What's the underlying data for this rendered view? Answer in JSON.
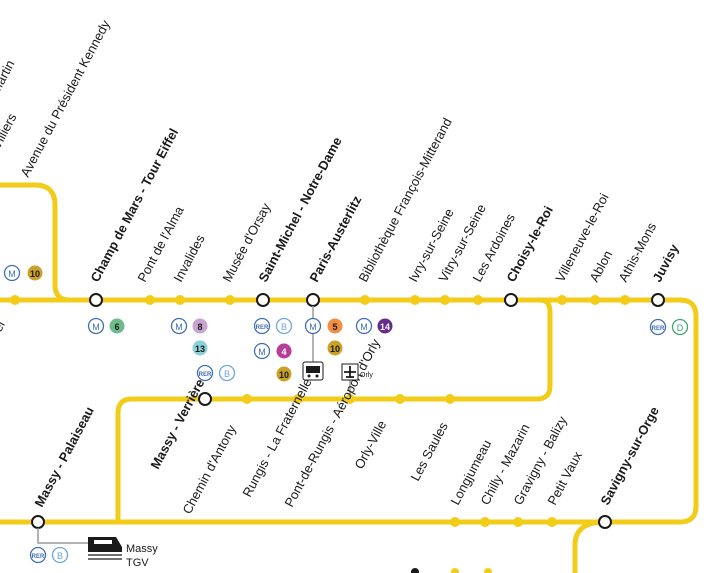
{
  "line_color": "#f2cc18",
  "stations": [
    {
      "id": "s_martin",
      "name": "Martin",
      "bold": false
    },
    {
      "id": "s_villiers",
      "name": "Villiers",
      "bold": false
    },
    {
      "id": "s_avenue",
      "name": "Avenue du Président Kennedy",
      "bold": false
    },
    {
      "id": "s_champ",
      "name": "Champ de Mars - Tour Eiffel",
      "bold": true
    },
    {
      "id": "s_alma",
      "name": "Pont de l'Alma",
      "bold": false
    },
    {
      "id": "s_invalides",
      "name": "Invalides",
      "bold": false
    },
    {
      "id": "s_orsay",
      "name": "Musée d'Orsay",
      "bold": false
    },
    {
      "id": "s_stmichel",
      "name": "Saint-Michel - Notre-Dame",
      "bold": true
    },
    {
      "id": "s_austerlitz",
      "name": "Paris-Austerlitz",
      "bold": true
    },
    {
      "id": "s_bnf",
      "name": "Bibliothèque François-Mitterand",
      "bold": false
    },
    {
      "id": "s_ivry",
      "name": "Ivry-sur-Seine",
      "bold": false
    },
    {
      "id": "s_vitry",
      "name": "Vitry-sur-Seine",
      "bold": false
    },
    {
      "id": "s_ardoines",
      "name": "Les Ardoines",
      "bold": false
    },
    {
      "id": "s_choisy",
      "name": "Choisy-le-Roi",
      "bold": true
    },
    {
      "id": "s_villeneuve",
      "name": "Villeneuve-le-Roi",
      "bold": false
    },
    {
      "id": "s_ablon",
      "name": "Ablon",
      "bold": false
    },
    {
      "id": "s_athis",
      "name": "Athis-Mons",
      "bold": false
    },
    {
      "id": "s_juvisy",
      "name": "Juvisy",
      "bold": true
    },
    {
      "id": "s_verrieres",
      "name": "Massy - Verrières",
      "bold": true
    },
    {
      "id": "s_chemin",
      "name": "Chemin d'Antony",
      "bold": false
    },
    {
      "id": "s_rungis",
      "name": "Rungis - La Fraternelle",
      "bold": false
    },
    {
      "id": "s_orly",
      "name": "Pont-de-Rungis - Aéroport d'Orly",
      "bold": false
    },
    {
      "id": "s_orlyville",
      "name": "Orly-Ville",
      "bold": false
    },
    {
      "id": "s_saules",
      "name": "Les Saules",
      "bold": false
    },
    {
      "id": "s_palaiseau",
      "name": "Massy - Palaiseau",
      "bold": true
    },
    {
      "id": "s_longjumeau",
      "name": "Longjumeau",
      "bold": false
    },
    {
      "id": "s_chilly",
      "name": "Chilly - Mazarin",
      "bold": false
    },
    {
      "id": "s_gravigny",
      "name": "Gravigny - Balizy",
      "bold": false
    },
    {
      "id": "s_petitvaux",
      "name": "Petit Vaux",
      "bold": false
    },
    {
      "id": "s_savigny",
      "name": "Savigny-sur-Orge",
      "bold": true
    },
    {
      "id": "s_cut_left",
      "name": "avel",
      "bold": false
    }
  ],
  "connections": [
    {
      "id": "c_m_left",
      "kind": "metro",
      "letter": "M",
      "num": "",
      "color": "#3f6fb3"
    },
    {
      "id": "c_10_left",
      "kind": "metro",
      "letter": "",
      "num": "10",
      "color": "#c9a227"
    },
    {
      "id": "c_champ_m",
      "kind": "metro",
      "letter": "M",
      "num": "",
      "color": "#3f6fb3"
    },
    {
      "id": "c_champ_6",
      "kind": "metro",
      "letter": "",
      "num": "6",
      "color": "#6dbb8a"
    },
    {
      "id": "c_inv_m",
      "kind": "metro",
      "letter": "M",
      "num": "",
      "color": "#3f6fb3"
    },
    {
      "id": "c_inv_8",
      "kind": "metro",
      "letter": "",
      "num": "8",
      "color": "#c6a4cf"
    },
    {
      "id": "c_inv_13",
      "kind": "metro",
      "letter": "",
      "num": "13",
      "color": "#8dd0d8"
    },
    {
      "id": "c_sm_rer",
      "kind": "rer",
      "letter": "RER",
      "num": "",
      "color": "#3f6fb3"
    },
    {
      "id": "c_sm_b",
      "kind": "rer",
      "letter": "B",
      "num": "",
      "color": "#6fa6d8"
    },
    {
      "id": "c_sm_m",
      "kind": "metro",
      "letter": "M",
      "num": "",
      "color": "#3f6fb3"
    },
    {
      "id": "c_sm_4",
      "kind": "metro",
      "letter": "",
      "num": "4",
      "color": "#b63e98"
    },
    {
      "id": "c_sm_10",
      "kind": "metro",
      "letter": "",
      "num": "10",
      "color": "#c9a227"
    },
    {
      "id": "c_pa_m",
      "kind": "metro",
      "letter": "M",
      "num": "",
      "color": "#3f6fb3"
    },
    {
      "id": "c_pa_5",
      "kind": "metro",
      "letter": "",
      "num": "5",
      "color": "#f28e42"
    },
    {
      "id": "c_pa_10",
      "kind": "metro",
      "letter": "",
      "num": "10",
      "color": "#c9a227"
    },
    {
      "id": "c_pa_m2",
      "kind": "metro",
      "letter": "M",
      "num": "",
      "color": "#3f6fb3"
    },
    {
      "id": "c_pa_14",
      "kind": "metro",
      "letter": "",
      "num": "14",
      "color": "#662c8c"
    },
    {
      "id": "c_juv_rer",
      "kind": "rer",
      "letter": "RER",
      "num": "",
      "color": "#3f6fb3"
    },
    {
      "id": "c_juv_d",
      "kind": "rer",
      "letter": "D",
      "num": "",
      "color": "#3ea66b"
    },
    {
      "id": "c_mv_rer",
      "kind": "rer",
      "letter": "RER",
      "num": "",
      "color": "#3f6fb3"
    },
    {
      "id": "c_mv_b",
      "kind": "rer",
      "letter": "B",
      "num": "",
      "color": "#6fa6d8"
    },
    {
      "id": "c_mp_rer",
      "kind": "rer",
      "letter": "RER",
      "num": "",
      "color": "#3f6fb3"
    },
    {
      "id": "c_mp_b",
      "kind": "rer",
      "letter": "B",
      "num": "",
      "color": "#6fa6d8"
    }
  ],
  "labels": {
    "orly_text": "Orly",
    "massy_tgv_1": "Massy",
    "massy_tgv_2": "TGV"
  },
  "icons": {
    "airport": "airplane-icon",
    "train": "tgv-train-icon",
    "train_station": "train-icon"
  }
}
